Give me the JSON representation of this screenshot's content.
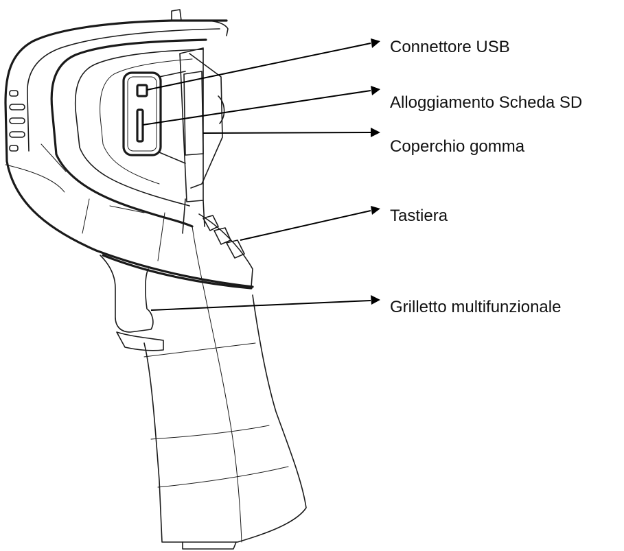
{
  "callouts": [
    {
      "id": "usb",
      "label": "Connettore USB"
    },
    {
      "id": "sd",
      "label": "Alloggiamento Scheda SD"
    },
    {
      "id": "cover",
      "label": "Coperchio gomma"
    },
    {
      "id": "keypad",
      "label": "Tastiera"
    },
    {
      "id": "trigger",
      "label": "Grilletto multifunzionale"
    }
  ],
  "colors": {
    "line": "#1a1a1a",
    "text": "#111111",
    "background": "#ffffff"
  }
}
